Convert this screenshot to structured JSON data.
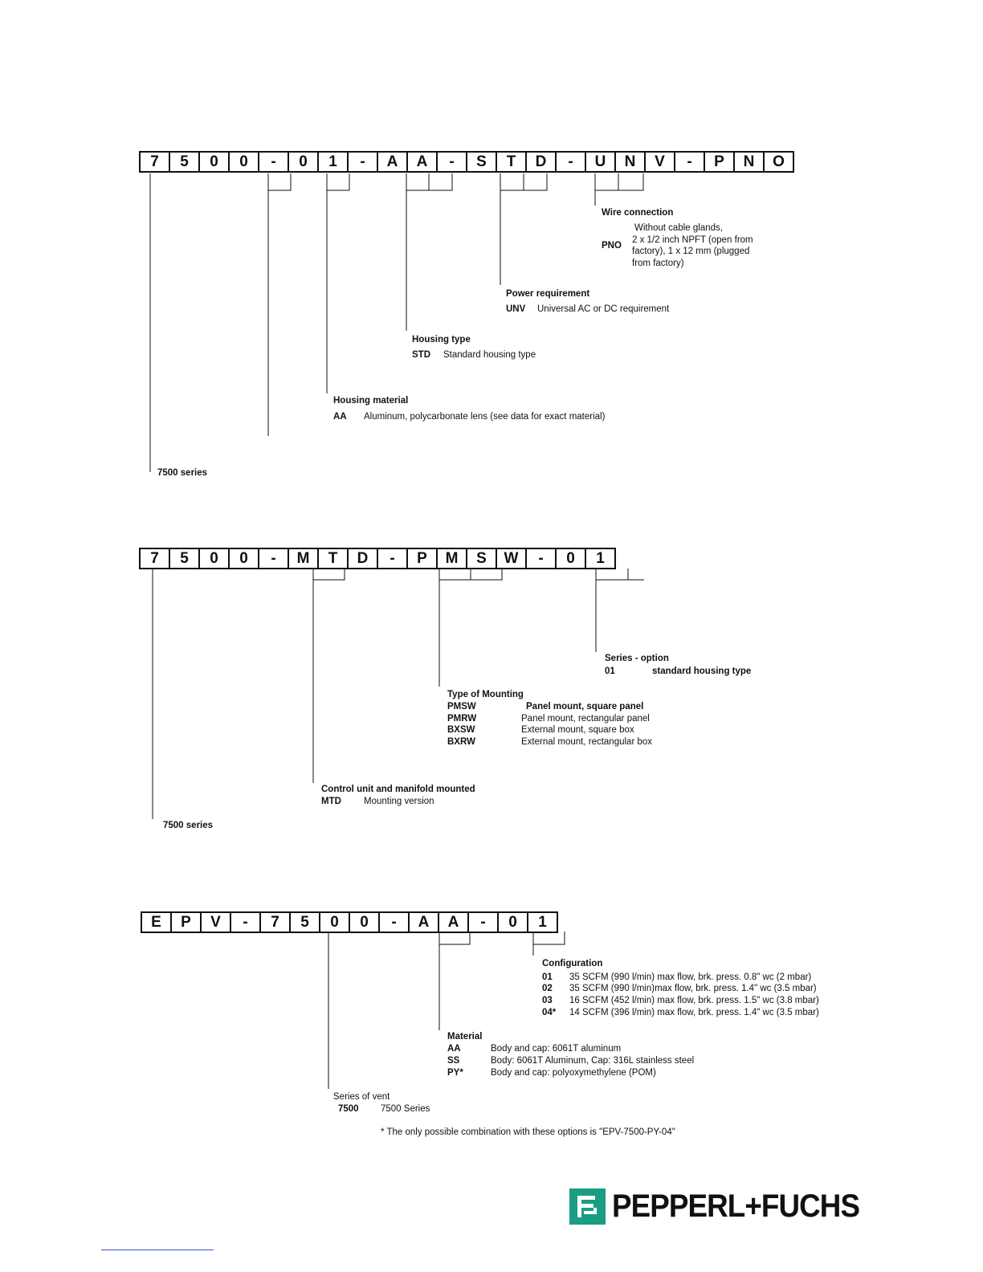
{
  "diagram1": {
    "code_chars": [
      "7",
      "5",
      "0",
      "0",
      "-",
      "0",
      "1",
      "-",
      "A",
      "A",
      "-",
      "S",
      "T",
      "D",
      "-",
      "U",
      "N",
      "V",
      "-",
      "P",
      "N",
      "O"
    ],
    "wire_connection": {
      "title": "Wire connection",
      "code": "PNO",
      "desc_lines": [
        "Without cable glands,",
        "2 x 1/2 inch NPFT (open from",
        "factory), 1 x 12 mm (plugged",
        "from factory)"
      ]
    },
    "power_requirement": {
      "title": "Power requirement",
      "code": "UNV",
      "desc": "Universal AC or DC requirement"
    },
    "housing_type": {
      "title": "Housing type",
      "code": "STD",
      "desc": "Standard housing type"
    },
    "housing_material": {
      "title": "Housing material",
      "code": "AA",
      "desc": "Aluminum, polycarbonate lens (see data for exact material)"
    },
    "series": "7500 series"
  },
  "diagram2": {
    "code_chars": [
      "7",
      "5",
      "0",
      "0",
      "-",
      "M",
      "T",
      "D",
      "-",
      "P",
      "M",
      "S",
      "W",
      "-",
      "0",
      "1"
    ],
    "series_option": {
      "title": "Series - option",
      "code": "01",
      "desc": "standard housing type"
    },
    "mounting": {
      "title": "Type of Mounting",
      "rows": [
        {
          "code": "PMSW",
          "desc": "Panel mount, square panel"
        },
        {
          "code": "PMRW",
          "desc": "Panel mount, rectangular panel"
        },
        {
          "code": "BXSW",
          "desc": "External mount, square box"
        },
        {
          "code": "BXRW",
          "desc": "External mount, rectangular box"
        }
      ]
    },
    "control_unit": {
      "title": "Control unit and manifold mounted",
      "code": "MTD",
      "desc": "Mounting version"
    },
    "series": "7500 series"
  },
  "diagram3": {
    "code_chars": [
      "E",
      "P",
      "V",
      "-",
      "7",
      "5",
      "0",
      "0",
      "-",
      "A",
      "A",
      "-",
      "0",
      "1"
    ],
    "configuration": {
      "title": "Configuration",
      "rows": [
        {
          "code": "01",
          "desc": "35 SCFM (990 l/min) max flow, brk. press.  0.8\" wc  (2 mbar)"
        },
        {
          "code": "02",
          "desc": "35 SCFM (990 l/min)max flow, brk. press.  1.4\" wc (3.5 mbar)"
        },
        {
          "code": "03",
          "desc": "16 SCFM (452 l/min) max flow, brk. press. 1.5\" wc (3.8 mbar)"
        },
        {
          "code": "04*",
          "desc": "14 SCFM (396 l/min) max flow, brk. press. 1.4\" wc (3.5 mbar)"
        }
      ]
    },
    "material": {
      "title": "Material",
      "rows": [
        {
          "code": "AA",
          "desc": "Body and cap: 6061T aluminum"
        },
        {
          "code": "SS",
          "desc": "Body: 6061T Aluminum, Cap: 316L stainless steel"
        },
        {
          "code": "PY*",
          "desc": "Body and cap: polyoxymethylene (POM)"
        }
      ]
    },
    "series_of_vent": {
      "title": "Series of vent",
      "code": "7500",
      "desc": "7500 Series"
    },
    "footnote": "* The only possible combination with these options is \"EPV-7500-PY-04\""
  },
  "logo": {
    "text": "PEPPERL+FUCHS",
    "color": "#1a9d82"
  }
}
